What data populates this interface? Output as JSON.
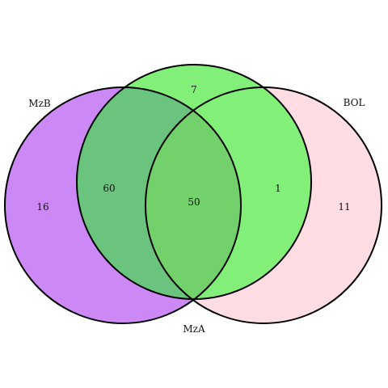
{
  "colors": {
    "mzb": "#cc88f5",
    "mza": "#82f078",
    "bol": "#ffdde3",
    "mzb_mza": "#6ac47e",
    "mza_bol": "#82f078",
    "mzb_bol": "#82f078",
    "all": "#72d16a",
    "stroke": "#000000",
    "text": "#111111"
  },
  "sets": {
    "mzb": {
      "name": "MzB"
    },
    "mza": {
      "name": "MzA"
    },
    "bol": {
      "name": "BOL"
    }
  },
  "regions": {
    "mzb_only": "16",
    "mza_only": "7",
    "bol_only": "11",
    "mzb_mza": "60",
    "mza_bol": "1",
    "all_three": "50"
  }
}
